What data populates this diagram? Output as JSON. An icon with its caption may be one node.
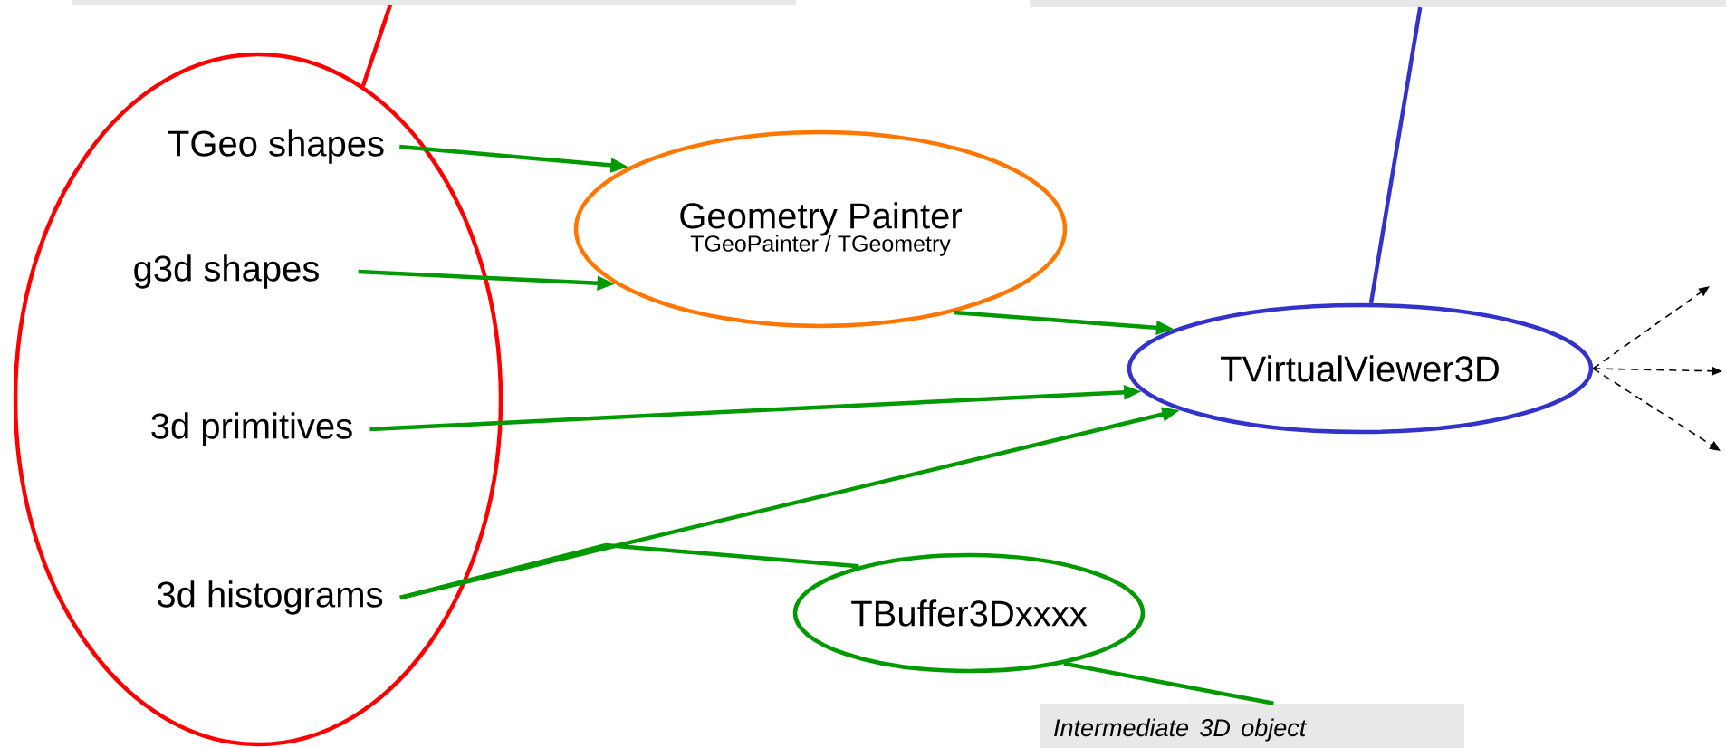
{
  "diagram": {
    "nodes": [
      {
        "text": [],
        "shape": "box"
      },
      {
        "text": [],
        "shape": "box"
      },
      {
        "text": [],
        "shape": "ellipse"
      },
      {
        "text": [
          "TGeo shapes"
        ],
        "in": 2
      },
      {
        "text": [
          "g3d shapes"
        ],
        "in": 2
      },
      {
        "text": [
          "3d primitives"
        ],
        "in": 2
      },
      {
        "text": [
          "3d histograms"
        ],
        "in": 2
      },
      {
        "text": [
          "Geometry Painter",
          "TGeoPainter / TGeometry"
        ]
      },
      {
        "text": [
          "TVirtualViewer3D"
        ]
      },
      {
        "text": [
          "TBuffer3Dxxxx"
        ]
      },
      {
        "text": [
          "Intermediate 3D object"
        ]
      }
    ],
    "edges": [
      {
        "from": 0,
        "to": 2,
        "arrow": "none",
        "color": "#ff0000"
      },
      {
        "from": 1,
        "to": 8,
        "arrow": "none",
        "color": "#3333cc"
      },
      {
        "from": 3,
        "to": 7,
        "arrow": "to"
      },
      {
        "from": 4,
        "to": 7,
        "arrow": "to"
      },
      {
        "from": 7,
        "to": 8,
        "arrow": "to"
      },
      {
        "from": 5,
        "to": 8,
        "arrow": "to"
      },
      {
        "from": 6,
        "to": 8,
        "arrow": "to"
      },
      {
        "from": 6,
        "to": 9,
        "arrow": "none"
      },
      {
        "from": 9,
        "to": 10,
        "arrow": "none"
      },
      {
        "from": 8,
        "to": null,
        "arrow": "to",
        "style": "dashed",
        "color": "#000000"
      },
      {
        "from": 8,
        "to": null,
        "arrow": "to",
        "style": "dashed",
        "color": "#000000"
      },
      {
        "from": 8,
        "to": null,
        "arrow": "to",
        "style": "dashed",
        "color": "#000000"
      }
    ]
  }
}
